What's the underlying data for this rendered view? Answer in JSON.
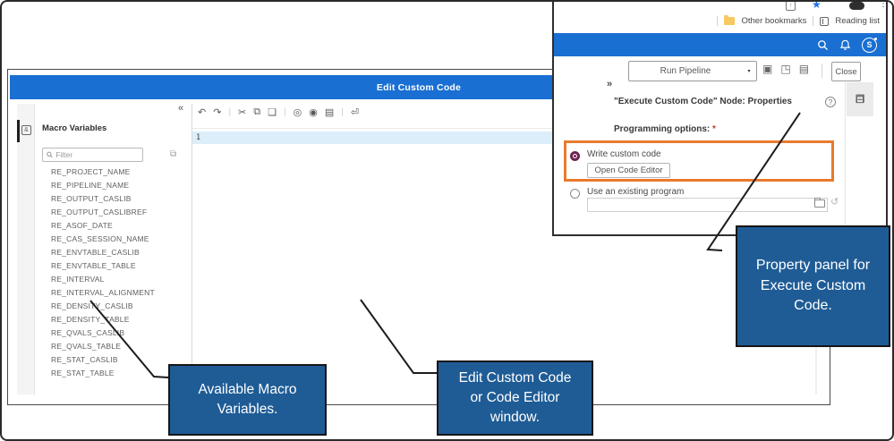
{
  "colors": {
    "accent_blue": "#1a6fd2",
    "callout_blue": "#1f5c96",
    "highlight_orange": "#e87a2e",
    "radio_selected": "#6d2450",
    "bookmark_star": "#1a73e8",
    "folder_yellow": "#f7c960"
  },
  "main_window": {
    "title": "Edit Custom Code",
    "macro_panel": {
      "header": "Macro Variables",
      "filter_placeholder": "Filter",
      "tab_icon_glyph": "&",
      "variables": [
        "RE_PROJECT_NAME",
        "RE_PIPELINE_NAME",
        "RE_OUTPUT_CASLIB",
        "RE_OUTPUT_CASLIBREF",
        "RE_ASOF_DATE",
        "RE_CAS_SESSION_NAME",
        "RE_ENVTABLE_CASLIB",
        "RE_ENVTABLE_TABLE",
        "RE_INTERVAL",
        "RE_INTERVAL_ALIGNMENT",
        "RE_DENSITY_CASLIB",
        "RE_DENSITY_TABLE",
        "RE_QVALS_CASLIB",
        "RE_QVALS_TABLE",
        "RE_STAT_CASLIB",
        "RE_STAT_TABLE"
      ]
    },
    "editor": {
      "collapse_glyph": "«",
      "line_number": "1",
      "toolbar_icons": [
        {
          "name": "undo-icon",
          "glyph": "↶"
        },
        {
          "name": "redo-icon",
          "glyph": "↷"
        },
        {
          "name": "separator",
          "glyph": "|"
        },
        {
          "name": "cut-icon",
          "glyph": "✂"
        },
        {
          "name": "copy-icon",
          "glyph": "⧉"
        },
        {
          "name": "paste-icon",
          "glyph": "❏"
        },
        {
          "name": "separator",
          "glyph": "|"
        },
        {
          "name": "find-icon",
          "glyph": "◎"
        },
        {
          "name": "macro-icon",
          "glyph": "◉"
        },
        {
          "name": "print-icon",
          "glyph": "▤"
        },
        {
          "name": "separator",
          "glyph": "|"
        },
        {
          "name": "clear-icon",
          "glyph": "⏎"
        }
      ]
    }
  },
  "browser_window": {
    "bookmarks_bar": {
      "other_bookmarks": "Other bookmarks",
      "reading_list": "Reading list"
    },
    "menu_dots_glyph": "⋮",
    "share_glyph": "↑",
    "star_glyph": "★",
    "app_bar": {
      "avatar_initial": "S"
    },
    "toolbar": {
      "run_button": "Run Pipeline",
      "caret_glyph": "▾",
      "close_button": "Close",
      "icons": [
        {
          "name": "save-icon",
          "glyph": "▣"
        },
        {
          "name": "export-icon",
          "glyph": "◳"
        },
        {
          "name": "log-icon",
          "glyph": "▤"
        }
      ]
    },
    "properties_panel": {
      "expand_glyph": "»",
      "title": "\"Execute Custom Code\" Node: Properties",
      "help_glyph": "?",
      "section_label": "Programming options:",
      "required_marker": "*",
      "radio_write_label": "Write custom code",
      "open_editor_button": "Open Code Editor",
      "radio_existing_label": "Use an existing program",
      "existing_program_value": "",
      "open_glyph": "↺",
      "strip_icons": [
        {
          "name": "properties-icon",
          "glyph": "❒",
          "selected": "sel"
        },
        {
          "name": "results-icon",
          "glyph": "⊟",
          "selected": ""
        }
      ]
    }
  },
  "callouts": {
    "macro_variables": "Available Macro Variables.",
    "code_editor": "Edit Custom Code or Code Editor window.",
    "property_panel": "Property panel for Execute Custom Code."
  }
}
